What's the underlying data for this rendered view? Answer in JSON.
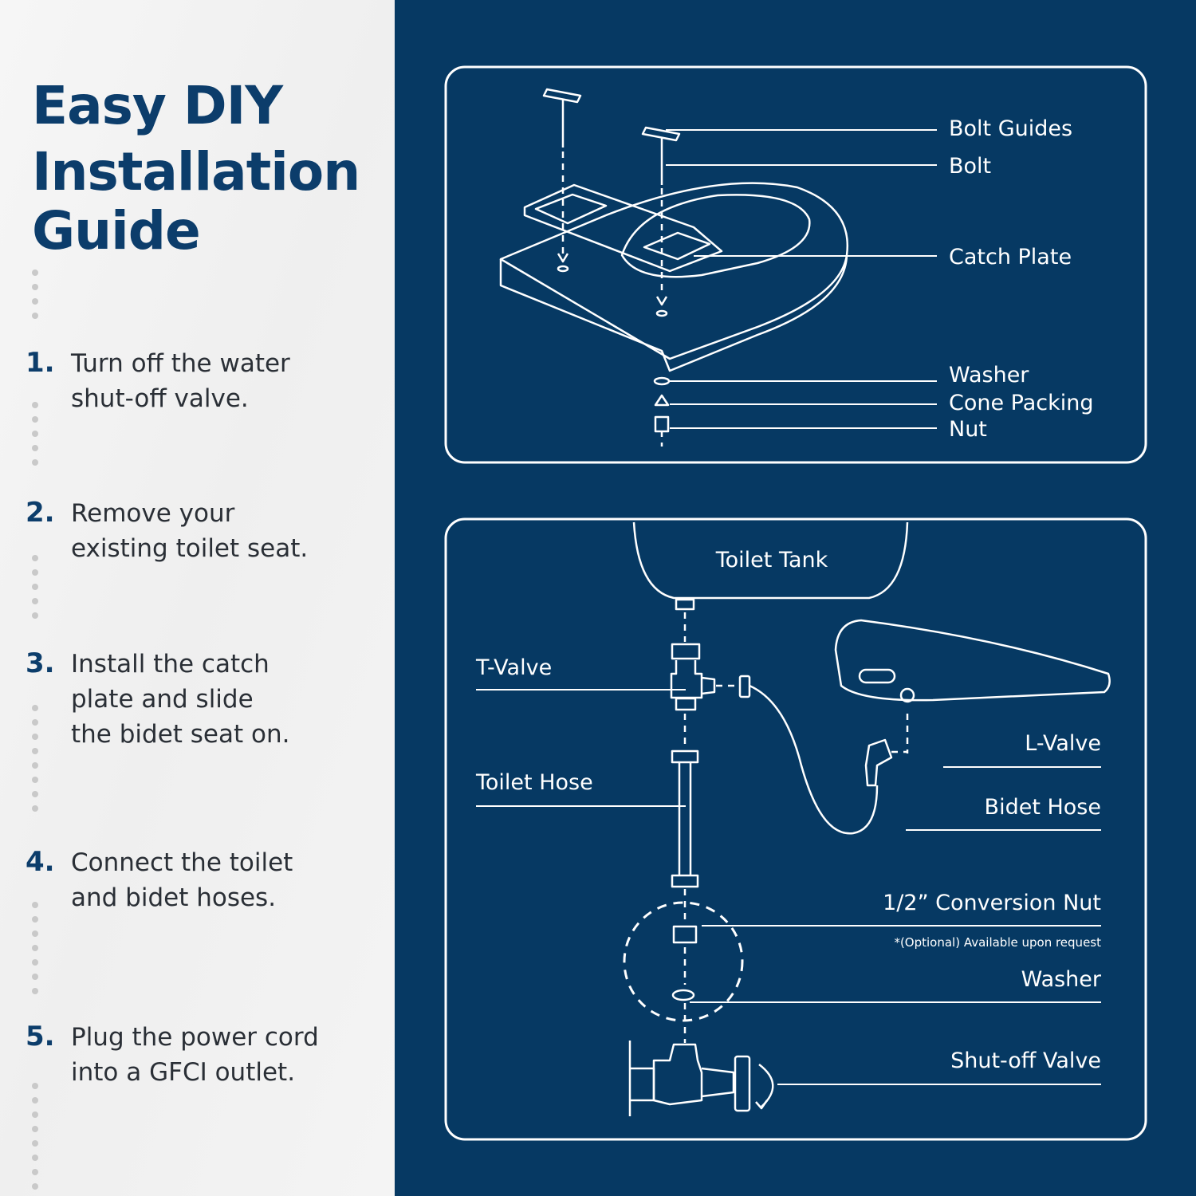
{
  "colors": {
    "navy": "#063963",
    "title": "#0c3d6b",
    "panel": "#f3f3f3",
    "text": "#2a2f36"
  },
  "left": {
    "title_lines": [
      "Easy DIY",
      "Installation",
      "Guide"
    ],
    "steps": [
      {
        "num": "1.",
        "lines": [
          "Turn off the water",
          "shut-off valve."
        ]
      },
      {
        "num": "2.",
        "lines": [
          "Remove your",
          "existing toilet seat."
        ]
      },
      {
        "num": "3.",
        "lines": [
          "Install the catch",
          "plate and slide",
          "the bidet seat on."
        ]
      },
      {
        "num": "4.",
        "lines": [
          "Connect the toilet",
          "and bidet hoses."
        ]
      },
      {
        "num": "5.",
        "lines": [
          "Plug the power cord",
          "into a GFCI outlet."
        ]
      }
    ]
  },
  "seat_diagram": {
    "labels": [
      "Bolt Guides",
      "Bolt",
      "Catch Plate",
      "Washer",
      "Cone Packing",
      "Nut"
    ]
  },
  "hose_diagram": {
    "toilet_tank": "Toilet Tank",
    "t_valve": "T-Valve",
    "toilet_hose": "Toilet Hose",
    "l_valve": "L-Valve",
    "bidet_hose": "Bidet Hose",
    "conversion_nut": "1/2” Conversion Nut",
    "optional_note": "*(Optional) Available upon request",
    "washer": "Washer",
    "shutoff_valve": "Shut-off Valve"
  }
}
